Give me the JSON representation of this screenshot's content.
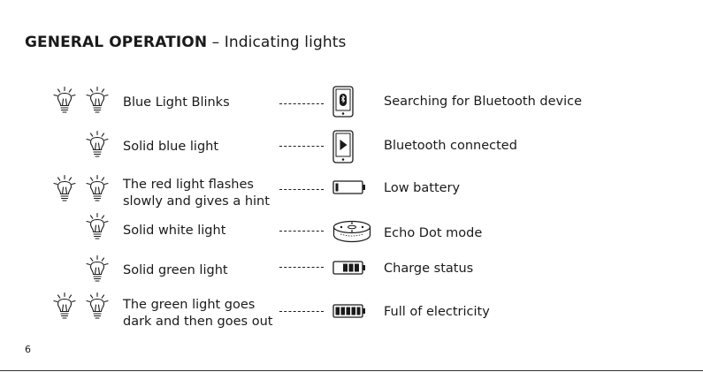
{
  "heading": {
    "bold": "GENERAL OPERATION",
    "rest": " – Indicating lights"
  },
  "rows": [
    {
      "label": "Blue Light Blinks",
      "status": "Searching for Bluetooth device",
      "icon": "phone-bluetooth-icon"
    },
    {
      "label": "Solid blue light",
      "status": "Bluetooth connected",
      "icon": "phone-play-icon"
    },
    {
      "label": "The red light flashes\nslowly and gives a hint",
      "status": "Low battery",
      "icon": "battery-low-icon"
    },
    {
      "label": "Solid white light",
      "status": "Echo Dot mode",
      "icon": "echo-dot-icon"
    },
    {
      "label": "Solid green light",
      "status": "Charge status",
      "icon": "battery-charging-icon"
    },
    {
      "label": "The green light goes\ndark and then goes out",
      "status": "Full of electricity",
      "icon": "battery-full-icon"
    }
  ],
  "page_number": "6"
}
